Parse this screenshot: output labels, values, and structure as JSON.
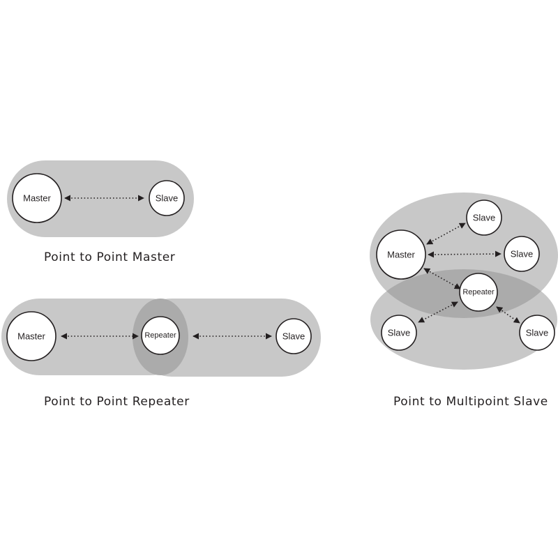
{
  "colors": {
    "zone": "#c8c8c8",
    "overlap": "#ababab",
    "node_fill": "#ffffff",
    "node_stroke": "#231f20",
    "link": "#231f20"
  },
  "diagrams": {
    "master": {
      "caption": "Point to Point Master",
      "nodes": {
        "master": "Master",
        "slave": "Slave"
      }
    },
    "repeater": {
      "caption": "Point to Point Repeater",
      "nodes": {
        "master": "Master",
        "repeater": "Repeater",
        "slave": "Slave"
      }
    },
    "multipoint": {
      "caption": "Point to Multipoint Slave",
      "nodes": {
        "master": "Master",
        "slave_top": "Slave",
        "slave_right": "Slave",
        "repeater": "Repeater",
        "slave_bottom_left": "Slave",
        "slave_bottom_right": "Slave"
      }
    }
  }
}
